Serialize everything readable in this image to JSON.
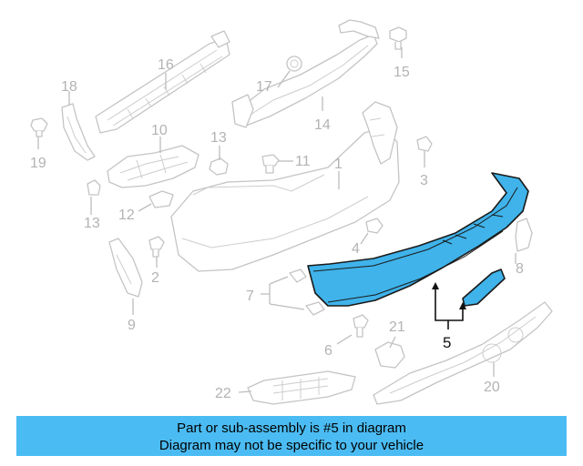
{
  "callouts": {
    "c1": "1",
    "c2": "2",
    "c3": "3",
    "c4": "4",
    "c5": "5",
    "c6": "6",
    "c7": "7",
    "c8": "8",
    "c9": "9",
    "c10": "10",
    "c11": "11",
    "c12": "12",
    "c13a": "13",
    "c13b": "13",
    "c14": "14",
    "c15": "15",
    "c16": "16",
    "c17": "17",
    "c18": "18",
    "c19": "19",
    "c20": "20",
    "c21": "21",
    "c22": "22"
  },
  "banner": {
    "line1": "Part or sub-assembly is #5 in diagram",
    "line2": "Diagram may not be specific to your vehicle"
  },
  "colors": {
    "highlight": "#3fb3ea",
    "banner": "#4bbcf3",
    "ghost_line": "#c4c4c4"
  }
}
